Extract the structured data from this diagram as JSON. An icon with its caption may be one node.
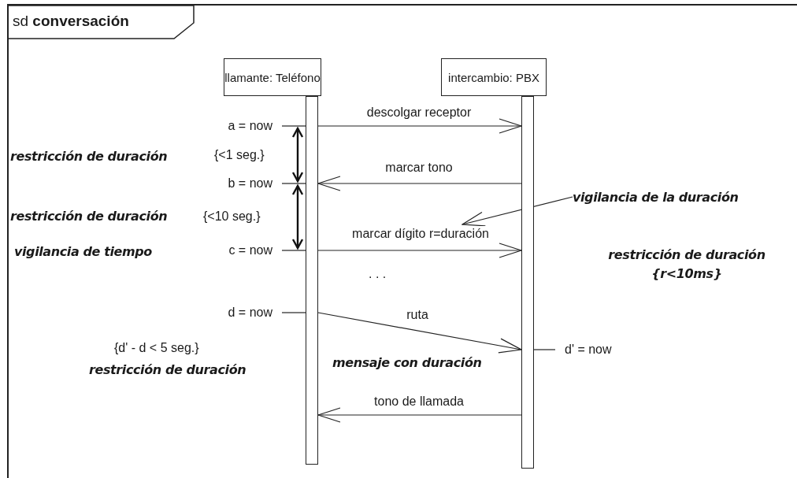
{
  "diagram": {
    "nodes": [
      {
        "text": [
          "sd **conversación**"
        ]
      },
      {
        "text": [
          "llamante: Teléfono"
        ],
        "in": 0
      },
      {
        "text": [
          "intercambio: PBX"
        ],
        "in": 0
      },
      {
        "text": [],
        "shape": "bar",
        "in": 0
      },
      {
        "text": [],
        "shape": "bar",
        "in": 0
      },
      {
        "text": [
          "vigilancia de la duración"
        ],
        "in": 0
      },
      {
        "text": [
          "a = now"
        ],
        "in": 0
      },
      {
        "text": [
          "b = now"
        ],
        "in": 0
      },
      {
        "text": [
          "c = now"
        ],
        "in": 0
      },
      {
        "text": [
          "d = now"
        ],
        "in": 0
      },
      {
        "text": [
          "d' = now"
        ],
        "in": 0
      }
    ],
    "edges": [
      {
        "from": 3,
        "to": 4,
        "arrow": "to",
        "label": "descolgar receptor"
      },
      {
        "from": 4,
        "to": 3,
        "arrow": "to",
        "label": "marcar tono"
      },
      {
        "from": 3,
        "to": 4,
        "arrow": "to",
        "label": "marcar dígito r=duración"
      },
      {
        "from": 3,
        "to": 4,
        "arrow": "to",
        "label": "ruta"
      },
      {
        "from": 4,
        "to": 3,
        "arrow": "to",
        "label": "tono de llamada"
      },
      {
        "from": 5,
        "to": null,
        "arrow": "to"
      },
      {
        "from": 6,
        "to": 3,
        "arrow": "none"
      },
      {
        "from": 7,
        "to": 3,
        "arrow": "none"
      },
      {
        "from": 8,
        "to": 3,
        "arrow": "none"
      },
      {
        "from": 9,
        "to": 3,
        "arrow": "none"
      },
      {
        "from": 10,
        "to": 4,
        "arrow": "none"
      }
    ],
    "labels": [
      "restricción de duración",
      "{<1 seg.}",
      "restricción de duración",
      "{<10 seg.}",
      "vigilancia de tiempo",
      ". . .",
      "restricción de duración",
      "{r<10ms}",
      "{d' - d < 5 seg.}",
      "restricción de duración",
      "mensaje con duración"
    ]
  }
}
